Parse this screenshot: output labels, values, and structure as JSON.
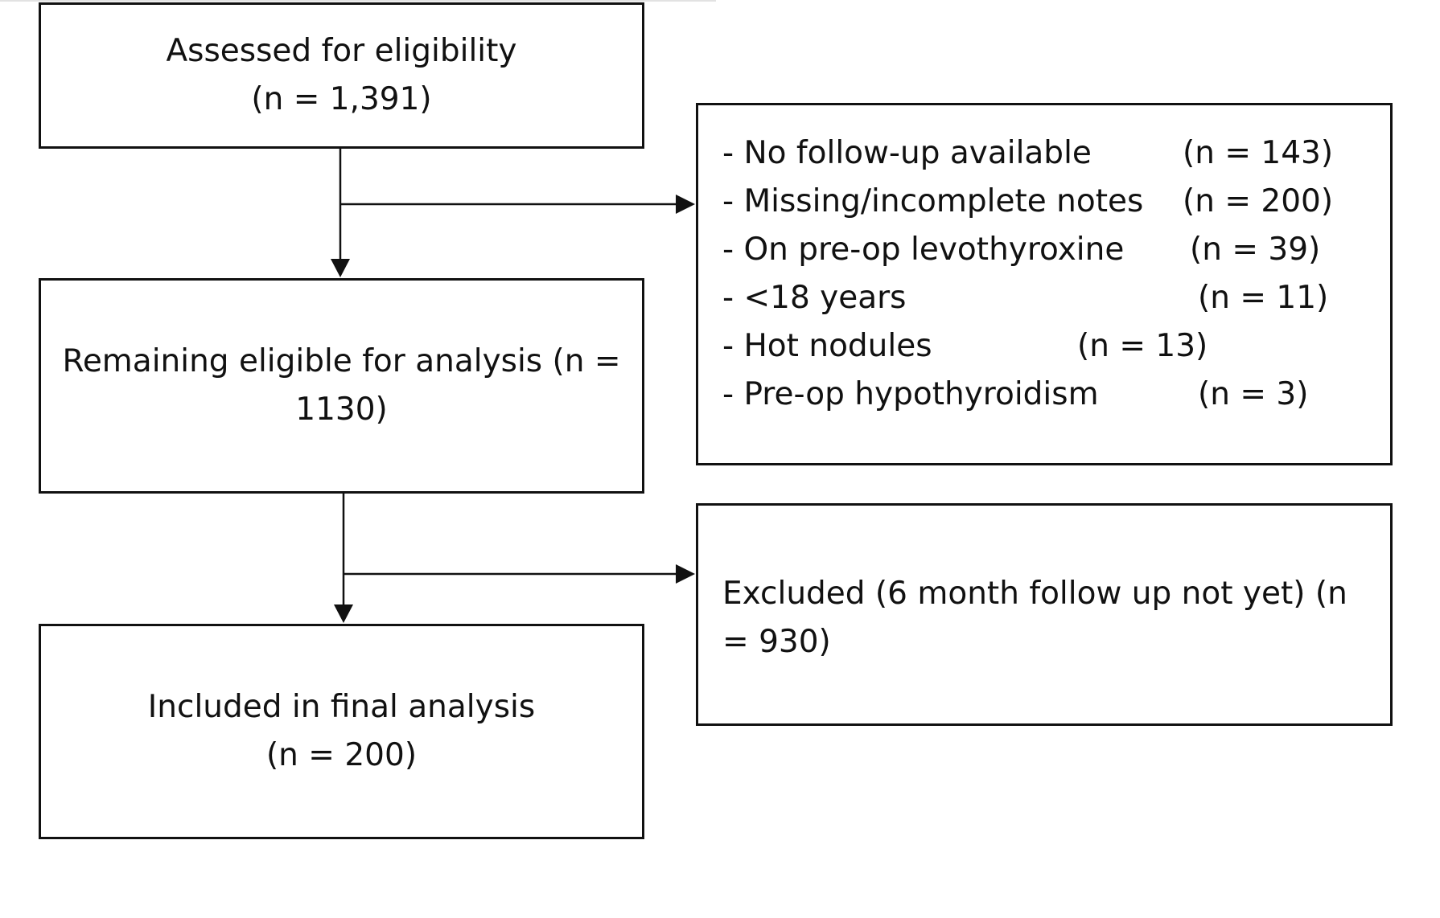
{
  "flow": {
    "assessed": {
      "line1": "Assessed for eligibility",
      "line2": "(n = 1,391)"
    },
    "remaining": {
      "line1": "Remaining eligible for analysis (n =",
      "line2": "1130)"
    },
    "included": {
      "line1": "Included in final analysis",
      "line2": "(n = 200)"
    },
    "exclusion_reasons": [
      {
        "label": "- No follow-up available",
        "count": "(n = 143)"
      },
      {
        "label": "- Missing/incomplete notes",
        "count": "(n = 200)"
      },
      {
        "label": "- On pre-op levothyroxine",
        "count": "(n = 39)"
      },
      {
        "label": "- <18 years",
        "count": "(n = 11)"
      },
      {
        "label": "- Hot nodules",
        "count": "(n = 13)"
      },
      {
        "label": "- Pre-op hypothyroidism",
        "count": "(n = 3)"
      }
    ],
    "excluded_followup": {
      "text": "Excluded (6 month follow up not yet) (n = 930)"
    }
  },
  "colors": {
    "stroke": "#111111",
    "background": "#ffffff"
  }
}
